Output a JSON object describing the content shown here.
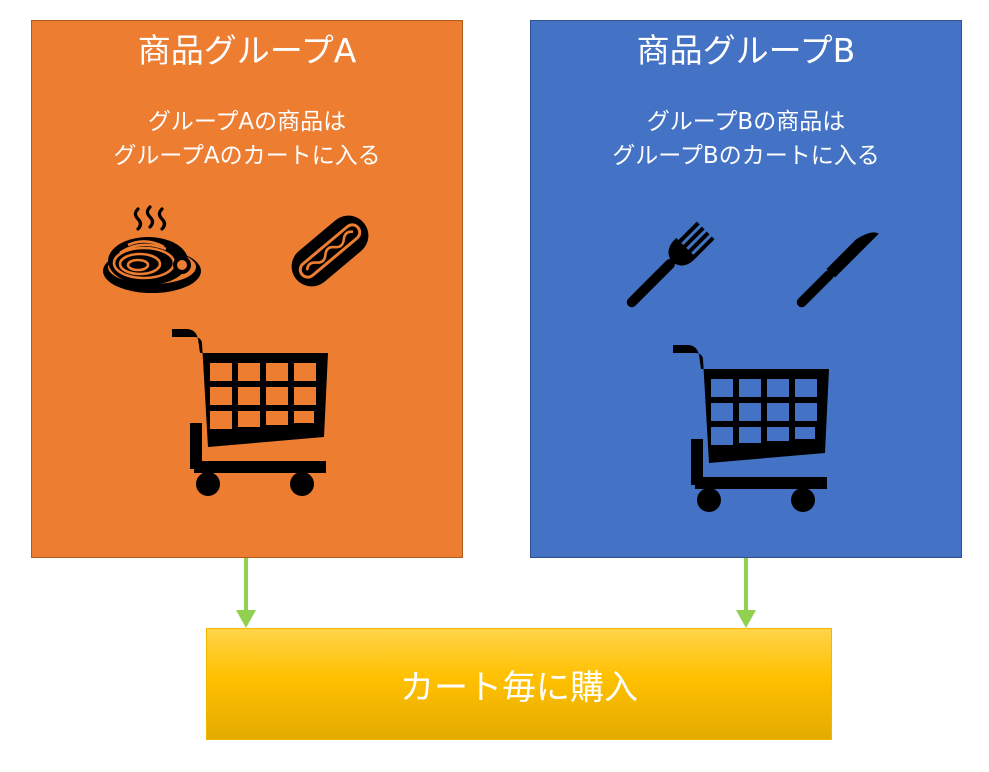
{
  "group_a": {
    "title": "商品グループA",
    "desc_line1": "グループAの商品は",
    "desc_line2": "グループAのカートに入る",
    "color": "#ed7d31",
    "icons": [
      "pasta-icon",
      "hotdog-icon",
      "shopping-cart-icon"
    ]
  },
  "group_b": {
    "title": "商品グループB",
    "desc_line1": "グループBの商品は",
    "desc_line2": "グループBのカートに入る",
    "color": "#4472c4",
    "icons": [
      "fork-icon",
      "knife-icon",
      "shopping-cart-icon"
    ]
  },
  "purchase": {
    "label": "カート毎に購入",
    "color": "#ffc000"
  },
  "arrow_color": "#92d050"
}
